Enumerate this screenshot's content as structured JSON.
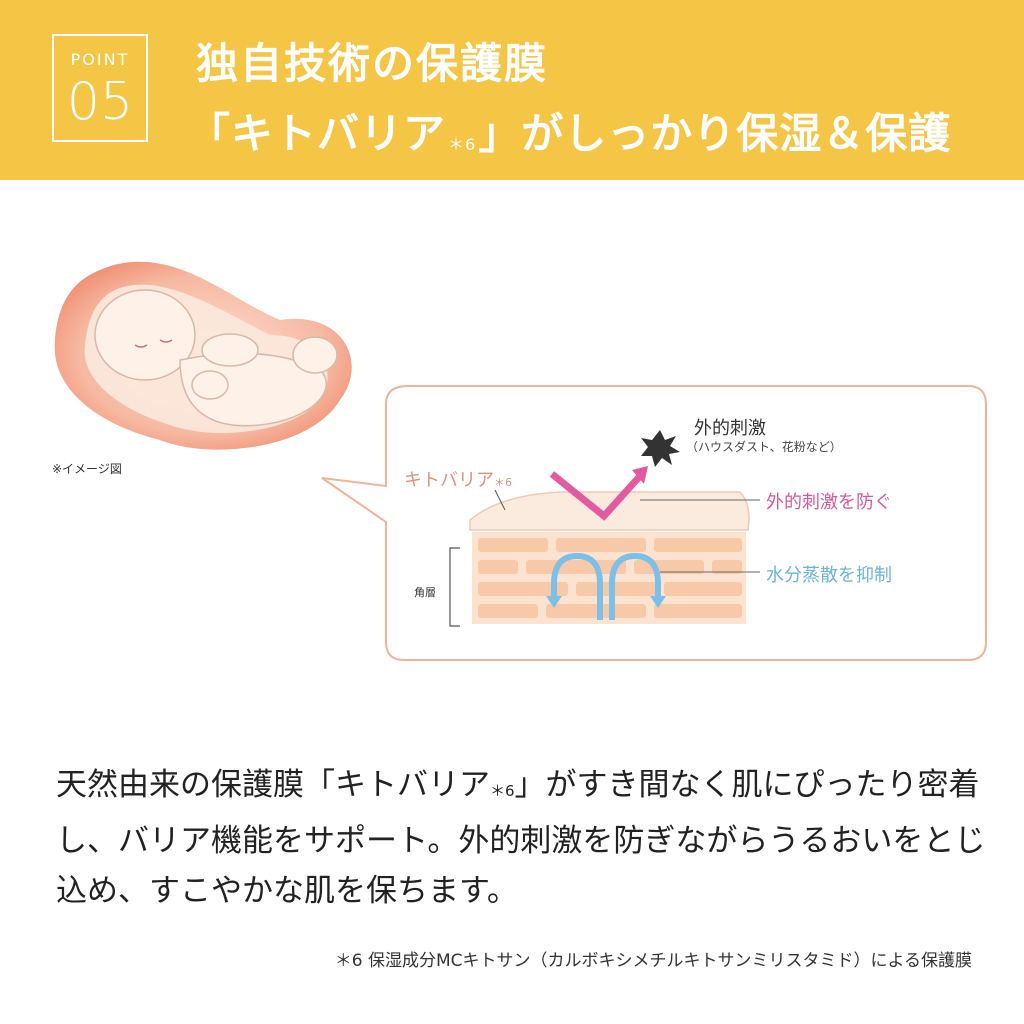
{
  "header": {
    "point_label": "POINT",
    "point_number": "05",
    "title_line1": "独自技術の保護膜",
    "title_line2_open": "「キトバリア",
    "title_line2_mark": "＊6",
    "title_line2_close": "」がしっかり保湿＆保護"
  },
  "illustration": {
    "image_note": "※イメージ図"
  },
  "diagram": {
    "barrier_label": "キトバリア",
    "barrier_mark": "＊6",
    "external_stimulus": "外的刺激",
    "external_stimulus_examples": "（ハウスダスト、花粉など）",
    "block_label": "外的刺激を防ぐ",
    "moisture_label": "水分蒸散を抑制",
    "stratum_label": "角層"
  },
  "body": {
    "text_part1": "天然由来の保護膜「キトバリア",
    "text_mark": "＊6",
    "text_part2": "」がすき間なく肌にぴったり密着し、バリア機能をサポート。外的刺激を防ぎながらうるおいをとじ込め、すこやかな肌を保ちます。"
  },
  "footnote": "＊6 保湿成分MCキトサン（カルボキシメチルキトサンミリスタミド）による保護膜",
  "colors": {
    "banner": "#f5c545",
    "barrier_text": "#e5907a",
    "block_text": "#d8589a",
    "moisture_text": "#6ab4de"
  }
}
